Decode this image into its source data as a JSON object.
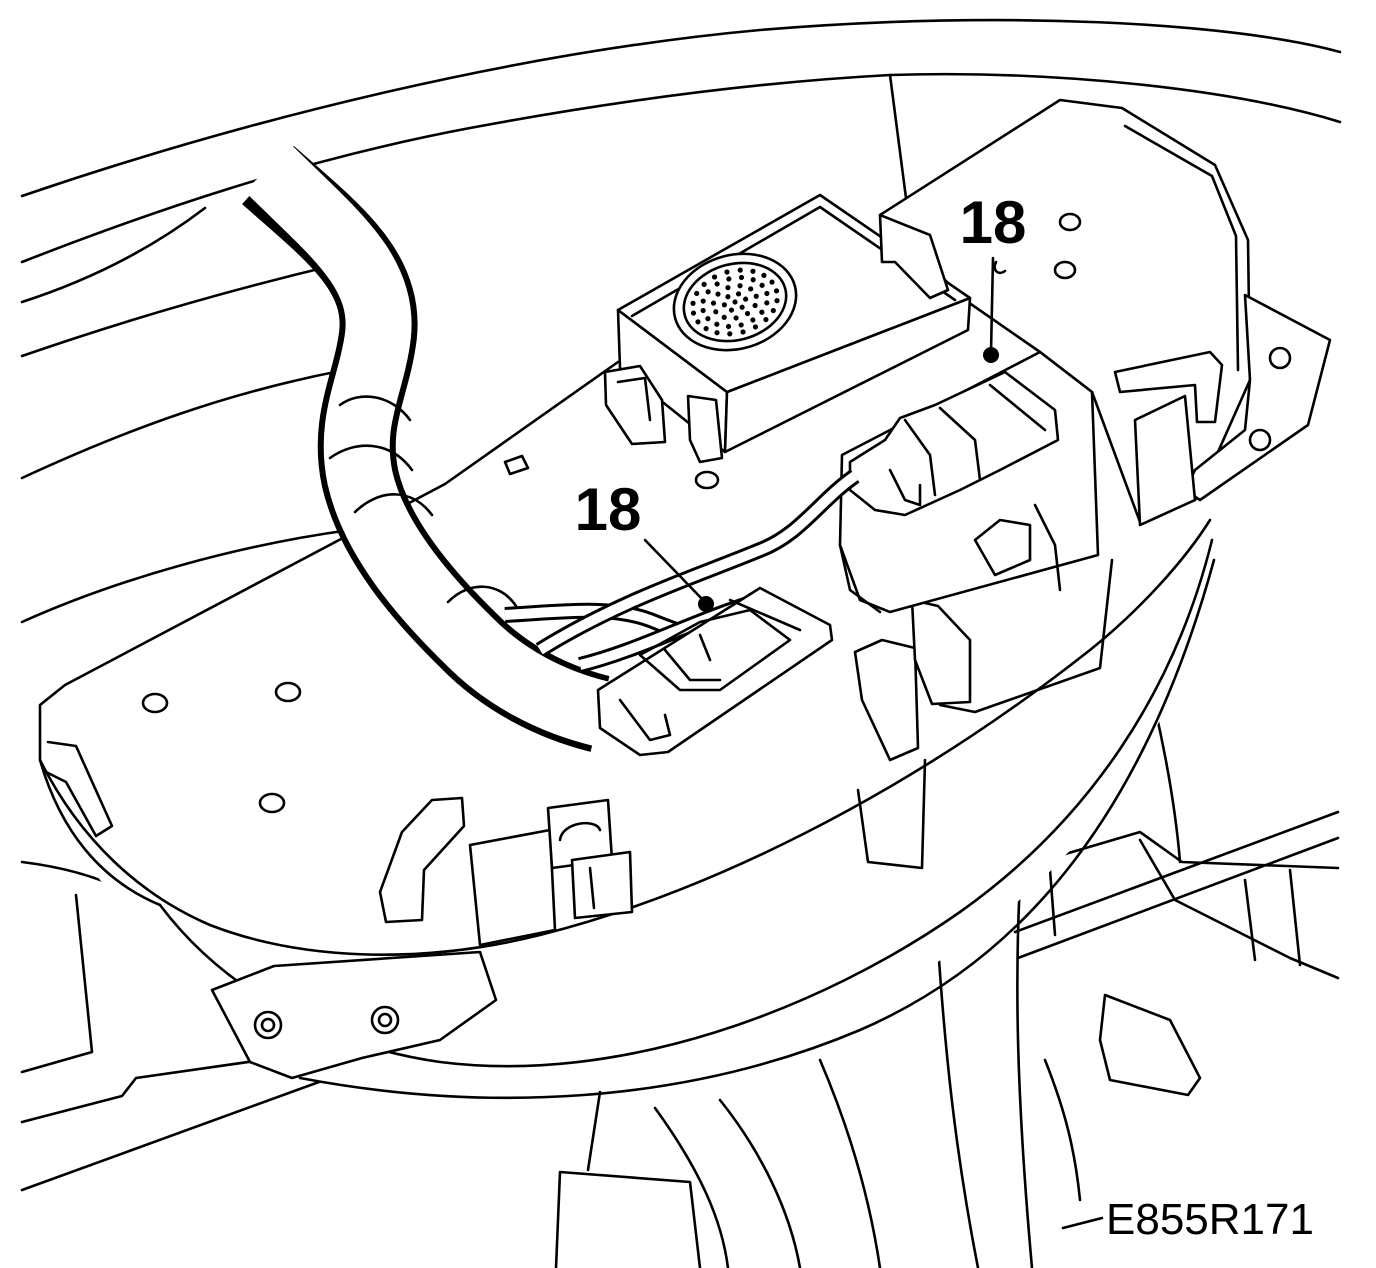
{
  "callouts": [
    {
      "label": "18"
    },
    {
      "label": "18"
    }
  ],
  "figure_id": "E855R171"
}
